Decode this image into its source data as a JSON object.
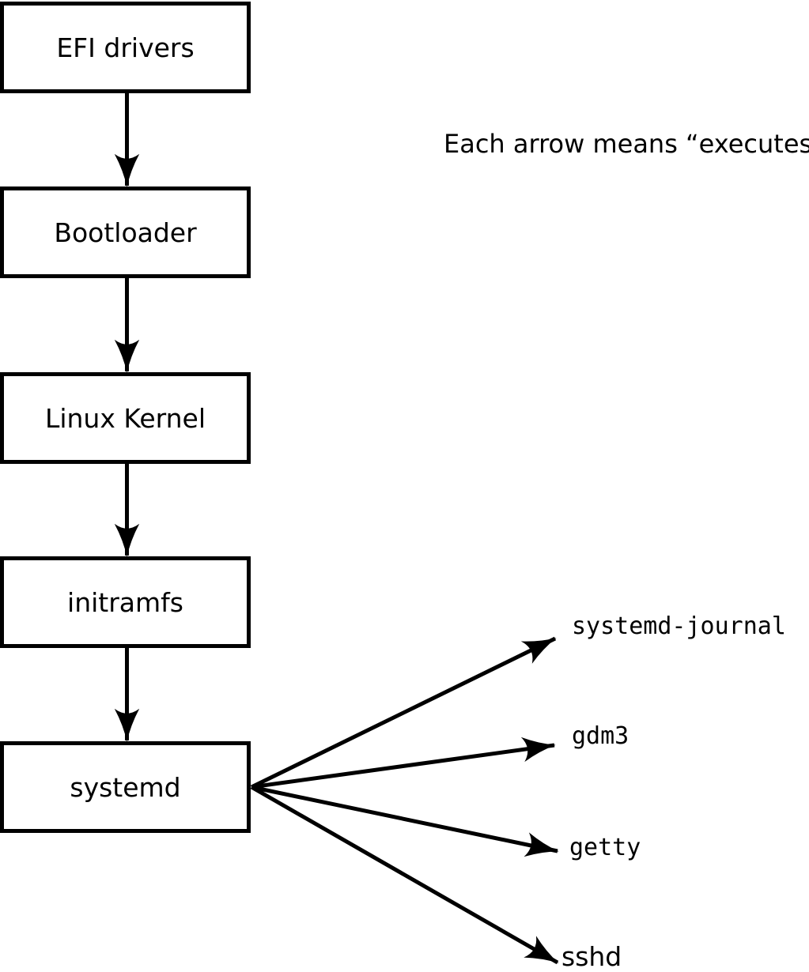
{
  "note": "Each arrow means “executes”.",
  "diagram": {
    "chain_nodes": [
      {
        "id": "efi-drivers",
        "label": "EFI drivers"
      },
      {
        "id": "bootloader",
        "label": "Bootloader"
      },
      {
        "id": "linux-kernel",
        "label": "Linux Kernel"
      },
      {
        "id": "initramfs",
        "label": "initramfs"
      },
      {
        "id": "systemd",
        "label": "systemd"
      }
    ],
    "leaf_nodes": [
      {
        "id": "systemd-journal",
        "label": "systemd-journal"
      },
      {
        "id": "gdm3",
        "label": "gdm3"
      },
      {
        "id": "getty",
        "label": "getty"
      },
      {
        "id": "sshd",
        "label": "sshd"
      }
    ]
  },
  "colors": {
    "stroke": "#000000",
    "background": "#ffffff",
    "box_fill": "#ffffff"
  }
}
